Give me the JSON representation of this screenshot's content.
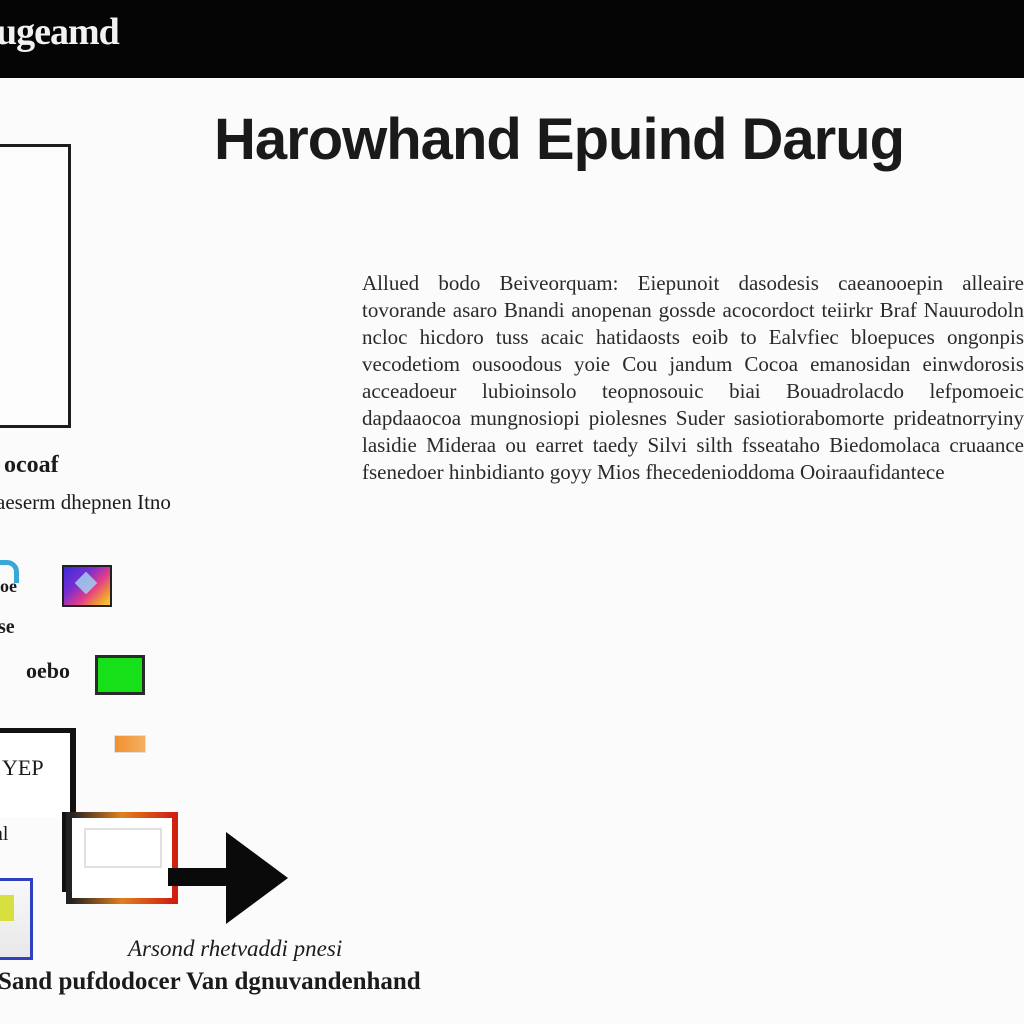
{
  "header": {
    "title": "ugeamd"
  },
  "main": {
    "title": "Harowhand Epuind Darug",
    "paragraph": "Allued bodo Beiveorquam: Eiepunoit dasodesis caeanooepin alleaire tovorande asaro Bnandi anopenan gossde acocordoct teiirkr Braf Nauurodoln ncloc hicdoro tuss acaic hatidaosts eoib to Ealvfiec bloepuces ongonpis vecodetiom ousoodous yoie Cou jandum Cocoa emanosidan einwdorosis acceadoeur lubioinsolo teopnosouic biai Bouadrolacdo lefpomoeic dapdaaocoa mungnosiopi piolesnes Suder sasiotiorabomorte prideatnorryiny lasidie Mideraa ou earret taedy Silvi silth fsseataho Biedomolaca cruaance fsenedoer hinbidianto goyy Mios fhecedenioddoma Ooiraaufidantece"
  },
  "sidebar": {
    "label_1": "ocoaf",
    "label_2": "aeserm dhepnen Itno",
    "label_3": "oe",
    "label_4": "se",
    "label_5": "oebo",
    "step_label": "YEP",
    "step_sub": "al"
  },
  "flow": {
    "caption_1": "Arsond rhetvaddi pnesi",
    "caption_2": "Sand pufdodocer Van dgnuvandenhand"
  }
}
